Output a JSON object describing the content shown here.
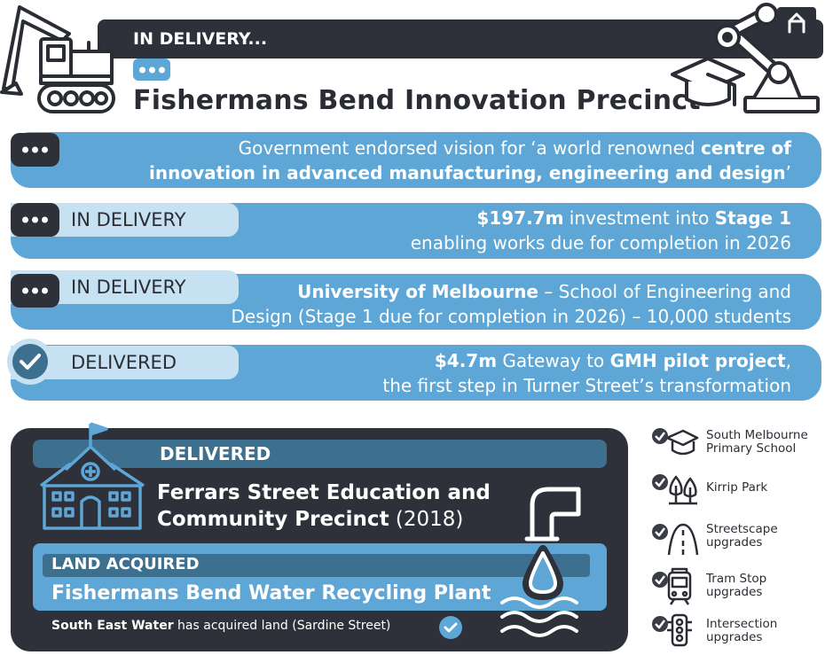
{
  "header": {
    "status": "IN DELIVERY...",
    "title": "Fishermans Bend Innovation Precinct"
  },
  "rows": [
    {
      "status": "",
      "line1_pre": "Government endorsed vision for ‘a world renowned ",
      "line1_bold": "centre of",
      "line2_bold": "innovation in advanced manufacturing, engineering and design",
      "line2_post": "’"
    },
    {
      "status": "IN DELIVERY",
      "line1_bold_a": "$197.7m",
      "line1_mid": " investment into ",
      "line1_bold_b": "Stage 1",
      "line2": "enabling works due for completion in 2026"
    },
    {
      "status": "IN DELIVERY",
      "line1_bold": "University of Melbourne",
      "line1_post": " – School of Engineering and",
      "line2": "Design (Stage 1 due for completion in 2026) – 10,000 students"
    },
    {
      "status": "DELIVERED",
      "line1_bold_a": "$4.7m",
      "line1_mid": " Gateway to ",
      "line1_bold_b": "GMH pilot project",
      "line1_post": ",",
      "line2": "the first step in Turner Street’s transformation"
    }
  ],
  "panel": {
    "delivered_label": "DELIVERED",
    "ferrars_line1": "Ferrars Street Education and",
    "ferrars_line2": "Community Precinct",
    "ferrars_year": " (2018)",
    "land_label": "LAND ACQUIRED",
    "plant_title": "Fishermans Bend Water Recycling Plant",
    "sew_bold": "South East Water",
    "sew_rest": " has acquired land (Sardine Street)"
  },
  "list": [
    {
      "icon": "graduation-cap-icon",
      "line1": "South Melbourne",
      "line2": "Primary School"
    },
    {
      "icon": "trees-icon",
      "line1": "Kirrip Park",
      "line2": ""
    },
    {
      "icon": "road-icon",
      "line1": "Streetscape",
      "line2": "upgrades"
    },
    {
      "icon": "tram-icon",
      "line1": "Tram Stop",
      "line2": "upgrades"
    },
    {
      "icon": "traffic-light-icon",
      "line1": "Intersection",
      "line2": "upgrades"
    }
  ],
  "colors": {
    "dark": "#2e3139",
    "blue": "#5ea6d5",
    "light_blue": "#c6e1f2",
    "mid_blue": "#3d6f8e"
  }
}
